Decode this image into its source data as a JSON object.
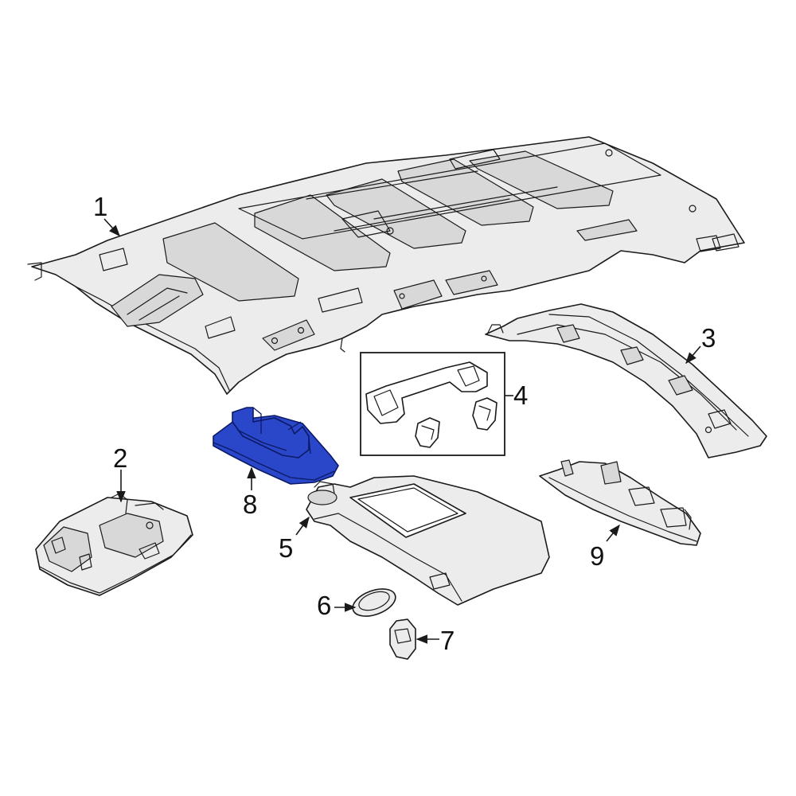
{
  "diagram": {
    "highlight_color": "#2b47c9",
    "outline_color": "#1a1a1a",
    "callouts": [
      {
        "id": "1",
        "label": "1"
      },
      {
        "id": "2",
        "label": "2"
      },
      {
        "id": "3",
        "label": "3"
      },
      {
        "id": "4",
        "label": "4"
      },
      {
        "id": "5",
        "label": "5"
      },
      {
        "id": "6",
        "label": "6"
      },
      {
        "id": "7",
        "label": "7"
      },
      {
        "id": "8",
        "label": "8"
      },
      {
        "id": "9",
        "label": "9"
      }
    ]
  }
}
